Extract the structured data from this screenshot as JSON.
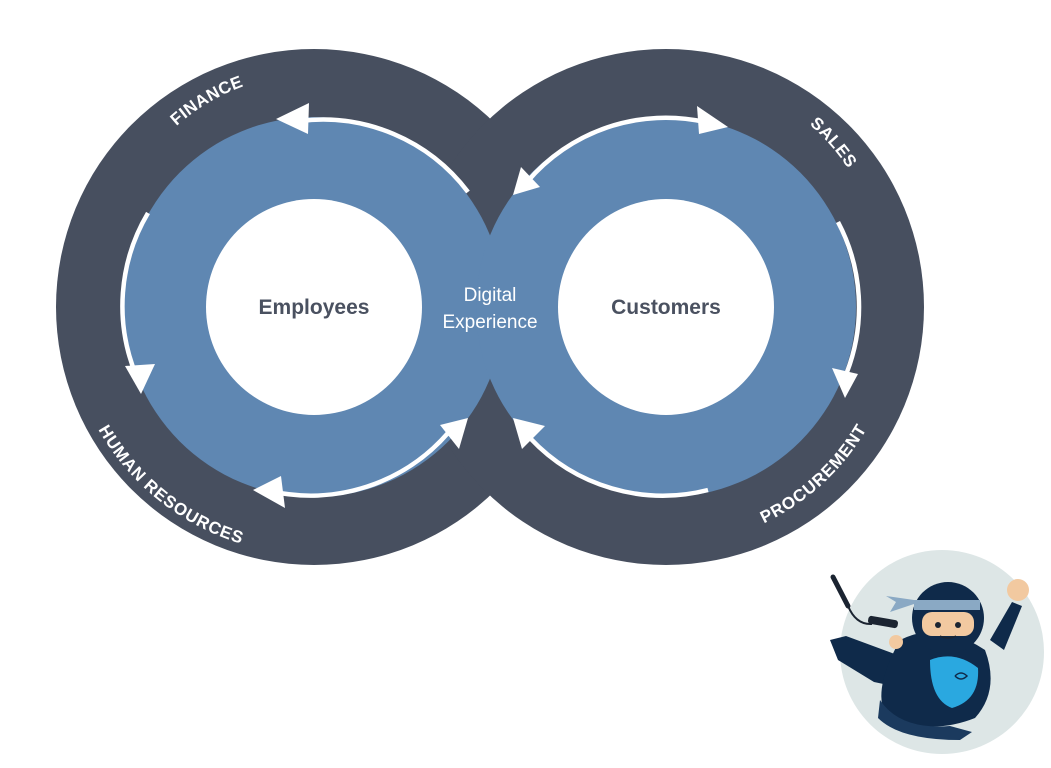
{
  "diagram": {
    "left_hub": "Employees",
    "right_hub": "Customers",
    "center_line1": "Digital",
    "center_line2": "Experience",
    "segments": {
      "finance": "FINANCE",
      "human_resources": "HUMAN RESOURCES",
      "sales": "SALES",
      "procurement": "PROCUREMENT"
    }
  },
  "colors": {
    "outer_ring": "#474f5f",
    "inner_ring": "#5f87b2",
    "hub": "#ffffff",
    "arrow": "#ffffff",
    "badge_bg": "#dde6e6",
    "ninja_body": "#0f2a4a",
    "ninja_accent": "#2aa8e0",
    "ninja_skin": "#f2c9a0"
  },
  "illustration": {
    "mascot": "ninja-mascot-icon"
  }
}
